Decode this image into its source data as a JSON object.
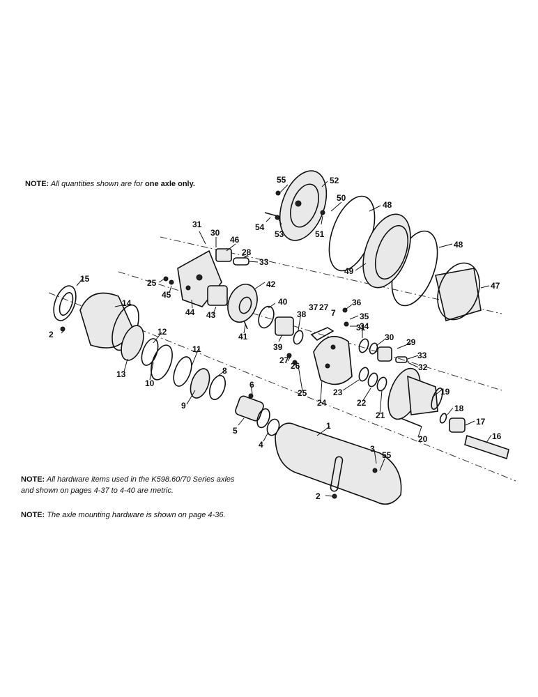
{
  "notes": {
    "quantities": {
      "label": "NOTE:",
      "text": " All quantities shown are for ",
      "emphasis": "one axle only."
    },
    "hardware_line1": {
      "label": "NOTE:",
      "text": " All hardware items used in the K598.60/70 Series axles"
    },
    "hardware_line2": {
      "text": "and shown on pages 4-37 to 4-40 are metric."
    },
    "mounting": {
      "label": "NOTE:",
      "text": " The axle mounting hardware is shown on page 4-36."
    }
  },
  "callouts": [
    "55",
    "52",
    "50",
    "48",
    "54",
    "53",
    "51",
    "31",
    "30",
    "46",
    "28",
    "33",
    "49",
    "48",
    "47",
    "15",
    "25",
    "45",
    "42",
    "14",
    "40",
    "36",
    "37",
    "27",
    "7",
    "35",
    "34",
    "44",
    "43",
    "38",
    "41",
    "39",
    "31",
    "30",
    "2",
    "13",
    "12",
    "29",
    "27",
    "26",
    "33",
    "11",
    "10",
    "32",
    "8",
    "9",
    "6",
    "25",
    "24",
    "23",
    "22",
    "21",
    "19",
    "18",
    "5",
    "4",
    "17",
    "20",
    "16",
    "1",
    "3",
    "55",
    "2"
  ]
}
